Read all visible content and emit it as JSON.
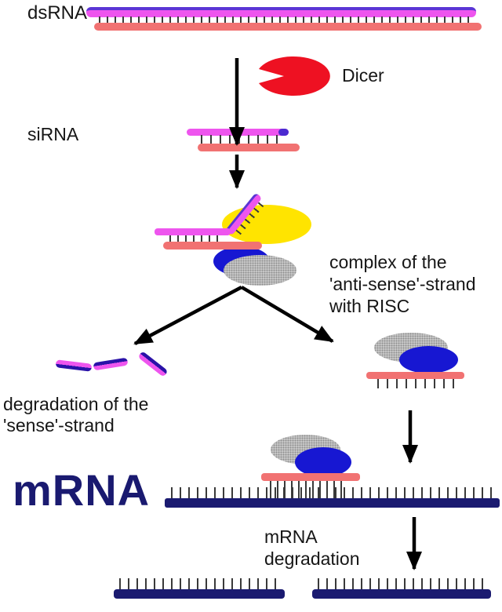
{
  "labels": {
    "dsrna": "dsRNA",
    "dicer": "Dicer",
    "sirna": "siRNA",
    "risc_complex_line1": "complex of the",
    "risc_complex_line2": "'anti-sense'-strand",
    "risc_complex_line3": "with RISC",
    "sense_degradation_line1": "degradation of the",
    "sense_degradation_line2": "'sense'-strand",
    "mrna": "mRNA",
    "mrna_degradation_line1": "mRNA",
    "mrna_degradation_line2": "degradation"
  },
  "colors": {
    "sense_strand_magenta": "#ee55ee",
    "strand_edge_violet": "#5b35d5",
    "fragment_edge_navy": "#2a12a8",
    "antisense_strand_salmon": "#f17272",
    "dicer_red": "#ee1122",
    "risc_yellow": "#ffe400",
    "risc_blue": "#1717d2",
    "risc_gray": "#c9c9c9",
    "mrna_navy": "#1a1a70",
    "arrow_black": "#000000",
    "basepair_tick": "#3a3a3a"
  },
  "icons": {
    "dicer_enzyme_icon": "pacman-ellipse",
    "arrow_down_icon": "solid-black-arrow",
    "arrow_branch_icon": "solid-black-diagonal-arrow"
  }
}
